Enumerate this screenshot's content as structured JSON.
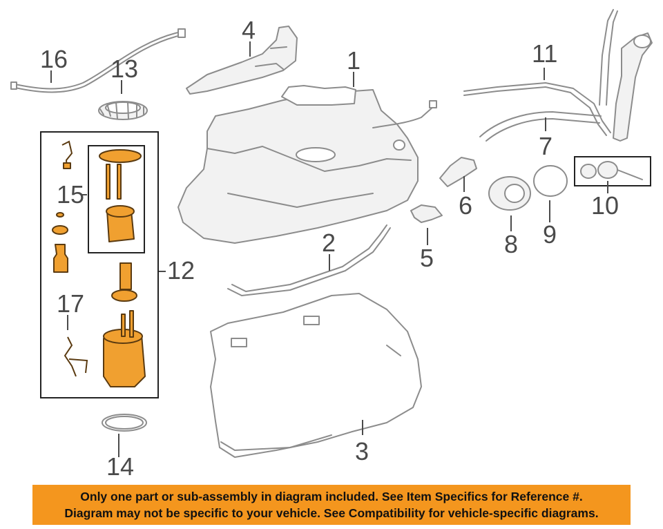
{
  "labels": {
    "p1": "1",
    "p2": "2",
    "p3": "3",
    "p4": "4",
    "p5": "5",
    "p6": "6",
    "p7": "7",
    "p8": "8",
    "p9": "9",
    "p10": "10",
    "p11": "11",
    "p12": "12",
    "p13": "13",
    "p14": "14",
    "p15": "15",
    "p16": "16",
    "p17": "17"
  },
  "colors": {
    "highlight": "#f0a030",
    "banner": "#f4961e",
    "outline": "#8c8c8c"
  },
  "footer": {
    "line1": "Only one part or sub-assembly in diagram included. See Item Specifics for Reference #.",
    "line2": "Diagram may not be specific to your vehicle. See Compatibility for vehicle-specific diagrams."
  }
}
